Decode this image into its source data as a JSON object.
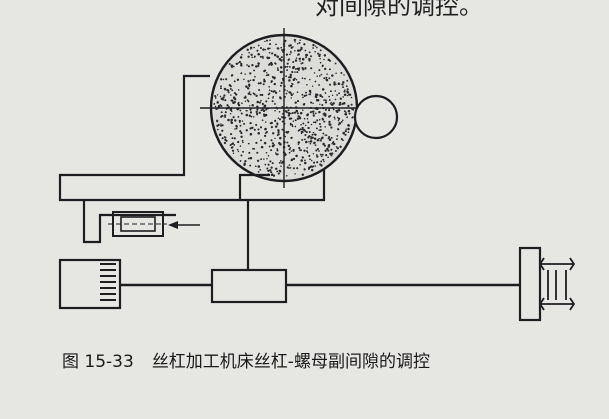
{
  "top_text": "对间隙的调控。",
  "caption": {
    "figure_number": "图 15-33",
    "title": "丝杠加工机床丝杠-螺母副间隙的调控"
  },
  "colors": {
    "ink": "#1e1e22",
    "paper": "#e6e6e3",
    "wheel_fill": "#dcdcd8",
    "dots": "#2a2a2e"
  }
}
